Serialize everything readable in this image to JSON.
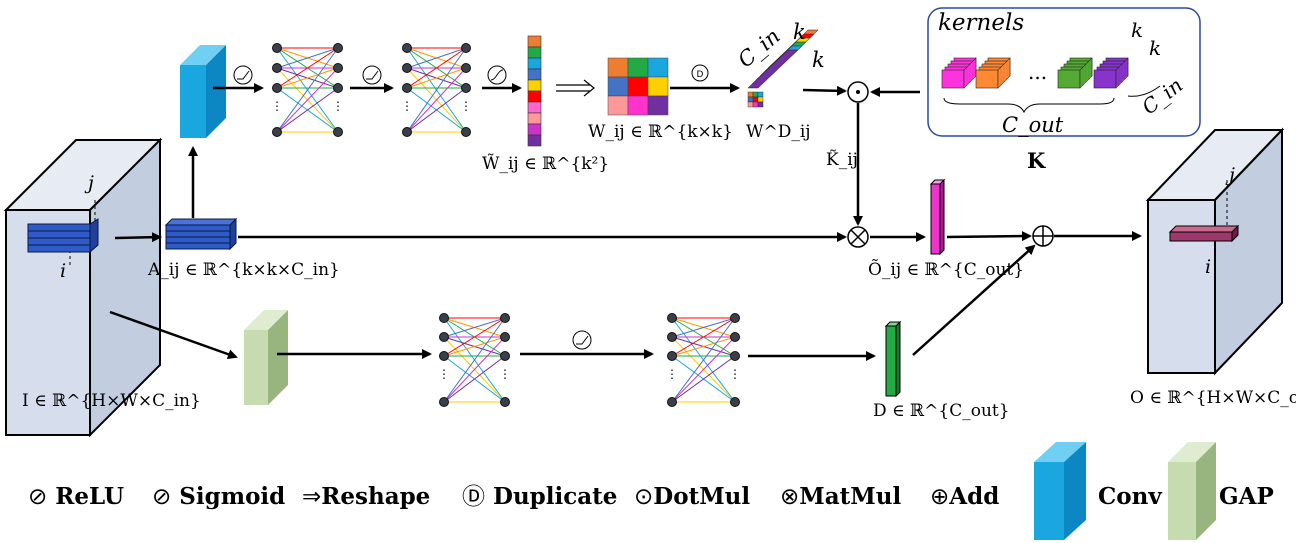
{
  "labels": {
    "input": "I ∈ ℝ^{H×W×C_in}",
    "input_j": "j",
    "input_i": "i",
    "patch": "A_ij ∈ ℝ^{k×k×C_in}",
    "weights_flat": "W̃_ij ∈ ℝ^{k²}",
    "weights_grid": "W_ij ∈ ℝ^{k×k}",
    "weights_dup": "W^D_ij",
    "cin_top": "C_in",
    "k_top_1": "k",
    "k_top_2": "k",
    "kernels": "kernels",
    "kernels_k1": "k",
    "kernels_k2": "k",
    "kernels_dots": "...",
    "kernels_cin": "C_in",
    "kernels_cout": "C_out",
    "kernels_name": "K",
    "k_tilde": "K̃_ij",
    "o_tilde": "Õ_ij ∈ ℝ^{C_out}",
    "d_vec": "D ∈ ℝ^{C_out}",
    "output": "O ∈ ℝ^{H×W×C_out}",
    "output_j": "j",
    "output_i": "i"
  },
  "legend": [
    {
      "symbol": "⊘",
      "label": "ReLU"
    },
    {
      "symbol": "⊘",
      "label": "Sigmoid"
    },
    {
      "symbol": "⇒",
      "label": "Reshape"
    },
    {
      "symbol": "Ⓓ",
      "label": "Duplicate"
    },
    {
      "symbol": "⊙",
      "label": "DotMul"
    },
    {
      "symbol": "⊗",
      "label": "MatMul"
    },
    {
      "symbol": "⊕",
      "label": "Add"
    },
    {
      "symbol": "",
      "label": "Conv"
    },
    {
      "symbol": "",
      "label": "GAP"
    }
  ],
  "colors": {
    "conv": "#1aa7e0",
    "gap": "#c6dcb0",
    "patch": "#2f5bc8",
    "cube_face": "#d6deee",
    "o_tilde": "#ee33cc",
    "d_vec": "#22aa44",
    "out_bar": "#9b3a6a"
  },
  "vector_colors": [
    "#ed7d31",
    "#22aa44",
    "#1aa7e0",
    "#4472c4",
    "#ffd000",
    "#ff0000",
    "#ff66cc",
    "#ff9999",
    "#cc33cc",
    "#7030a0"
  ],
  "grid_colors": [
    "#ed7d31",
    "#22aa44",
    "#1aa7e0",
    "#4472c4",
    "#ff0000",
    "#ffd000",
    "#ff9999",
    "#ff33cc",
    "#7030a0"
  ],
  "kernel_colors": [
    "#ff33dd",
    "#ff8833",
    "#55aa33",
    "#8833cc"
  ]
}
